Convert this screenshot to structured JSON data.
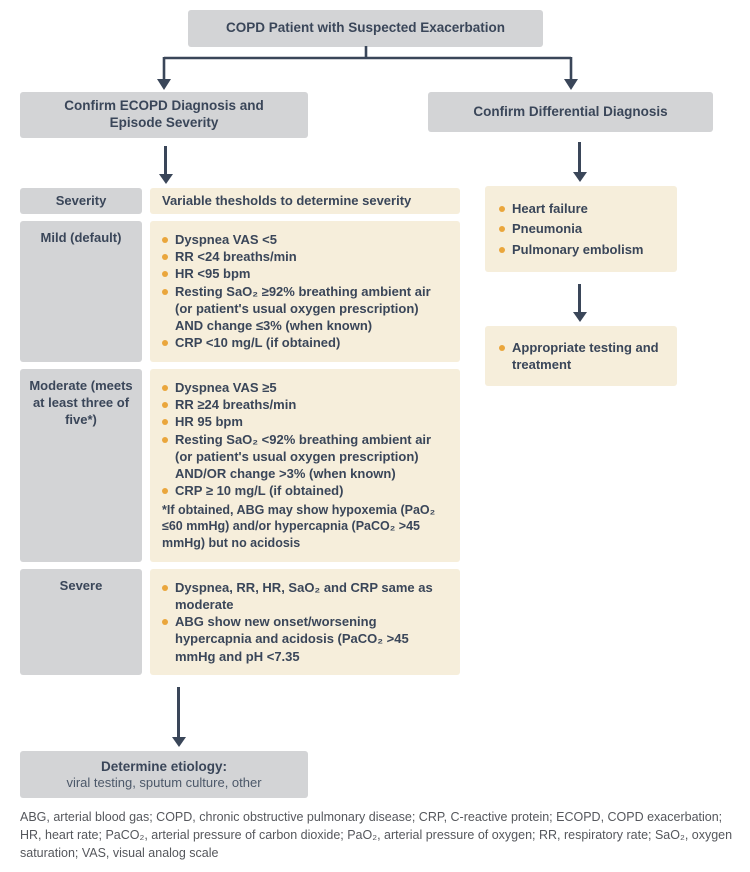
{
  "palette": {
    "box_gray": "#d3d4d6",
    "box_cream": "#f6eedb",
    "text_navy": "#3a4659",
    "bullet_orange": "#eaa63c",
    "footnote_gray": "#55575c"
  },
  "top": {
    "label": "COPD Patient with Suspected Exacerbation"
  },
  "left_branch": {
    "header": "Confirm ECOPD Diagnosis and Episode Severity",
    "table": {
      "col1_header": "Severity",
      "col2_header": "Variable thesholds to determine severity",
      "rows": [
        {
          "label": "Mild (default)",
          "items": [
            "Dyspnea VAS <5",
            "RR <24 breaths/min",
            "HR <95 bpm",
            "Resting SaO₂ ≥92% breathing ambient air (or patient's usual oxygen prescription) AND change ≤3% (when known)",
            "CRP <10 mg/L (if obtained)"
          ],
          "note": ""
        },
        {
          "label": "Moderate (meets at least three of five*)",
          "items": [
            "Dyspnea VAS ≥5",
            "RR ≥24 breaths/min",
            "HR 95 bpm",
            "Resting SaO₂ <92% breathing ambient air (or patient's usual oxygen prescription) AND/OR change >3% (when known)",
            "CRP ≥ 10 mg/L (if obtained)"
          ],
          "note": "*If obtained, ABG may show hypoxemia (PaO₂ ≤60 mmHg) and/or hypercapnia (PaCO₂ >45 mmHg) but no acidosis"
        },
        {
          "label": "Severe",
          "items": [
            "Dyspnea, RR, HR, SaO₂ and CRP same as moderate",
            "ABG show new onset/worsening hypercapnia and acidosis (PaCO₂ >45 mmHg and pH <7.35"
          ],
          "note": ""
        }
      ]
    },
    "etiology": {
      "title": "Determine etiology:",
      "subtitle": "viral testing, sputum culture, other"
    }
  },
  "right_branch": {
    "header": "Confirm Differential Diagnosis",
    "differentials": [
      "Heart failure",
      "Pneumonia",
      "Pulmonary embolism"
    ],
    "action": "Appropriate testing and treatment"
  },
  "footnote": "ABG, arterial blood gas; COPD, chronic obstructive pulmonary disease; CRP, C-reactive protein; ECOPD, COPD exacerbation; HR, heart rate; PaCO₂, arterial pressure of carbon dioxide; PaO₂, arterial pressure of oxygen; RR, respiratory rate; SaO₂, oxygen saturation; VAS, visual analog scale"
}
